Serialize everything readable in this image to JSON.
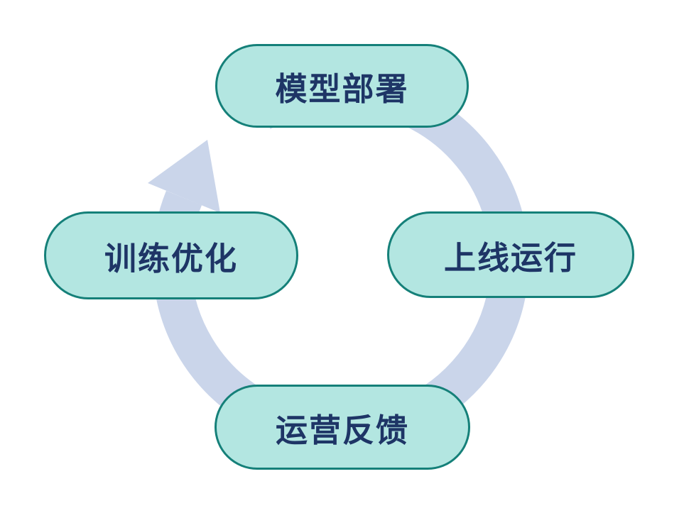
{
  "diagram": {
    "type": "cycle",
    "arrow_direction": "clockwise",
    "nodes": {
      "top": {
        "label": "模型部署"
      },
      "right": {
        "label": "上线运行"
      },
      "bottom": {
        "label": "运营反馈"
      },
      "left": {
        "label": "训练优化"
      }
    },
    "colors": {
      "background": "#ffffff",
      "node_fill": "#b3e6e1",
      "node_border": "#158079",
      "node_text": "#1e3566",
      "arrow": "#cad5ea"
    }
  }
}
